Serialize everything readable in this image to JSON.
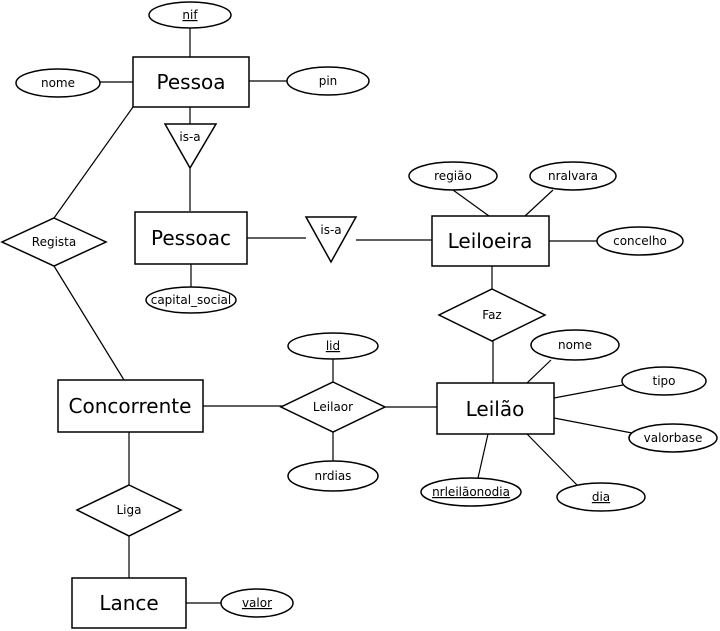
{
  "entities": {
    "pessoa": "Pessoa",
    "pessoac": "Pessoac",
    "leiloeira": "Leiloeira",
    "concorrente": "Concorrente",
    "leilao": "Leilão",
    "lance": "Lance"
  },
  "relationships": {
    "regista": "Regista",
    "faz": "Faz",
    "leilaor": "Leilaor",
    "liga": "Liga"
  },
  "isa": {
    "pessoa_pessoac": "is-a",
    "pessoac_leiloeira": "is-a"
  },
  "attributes": {
    "nif": "nif",
    "nome_pessoa": "nome",
    "pin": "pin",
    "capital_social": "capital_social",
    "regiao": "região",
    "nralvara": "nralvara",
    "concelho": "concelho",
    "lid": "lid",
    "nrdias": "nrdias",
    "nome_leilao": "nome",
    "tipo": "tipo",
    "valorbase": "valorbase",
    "nrleilaonodia": "nrleilãonodia",
    "dia": "dia",
    "valor": "valor"
  }
}
